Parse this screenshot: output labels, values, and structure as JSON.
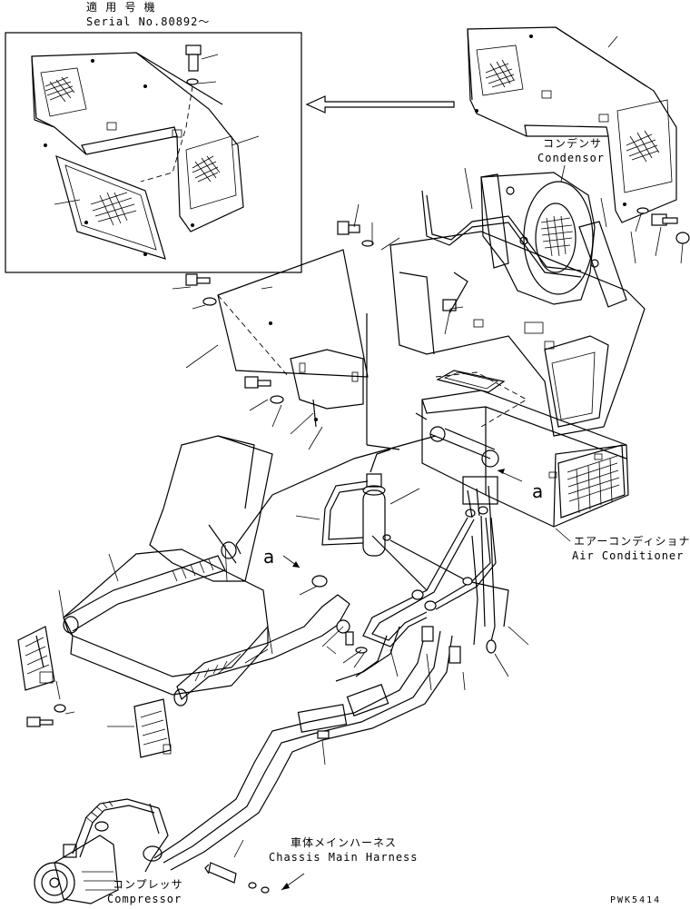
{
  "inset": {
    "applicable_jp": "適 用 号 機",
    "serial": "Serial No.80892～"
  },
  "labels": {
    "condenser_jp": "コンデンサ",
    "condenser_en": "Condensor",
    "aircon_jp": "エアーコンディショナ",
    "aircon_en": "Air Conditioner",
    "harness_jp": "車体メインハーネス",
    "harness_en": "Chassis Main Harness",
    "compressor_jp": "コンプレッサ",
    "compressor_en": "Compressor",
    "ref_a1": "a",
    "ref_a2": "a",
    "drawing_no": "PWK5414"
  }
}
